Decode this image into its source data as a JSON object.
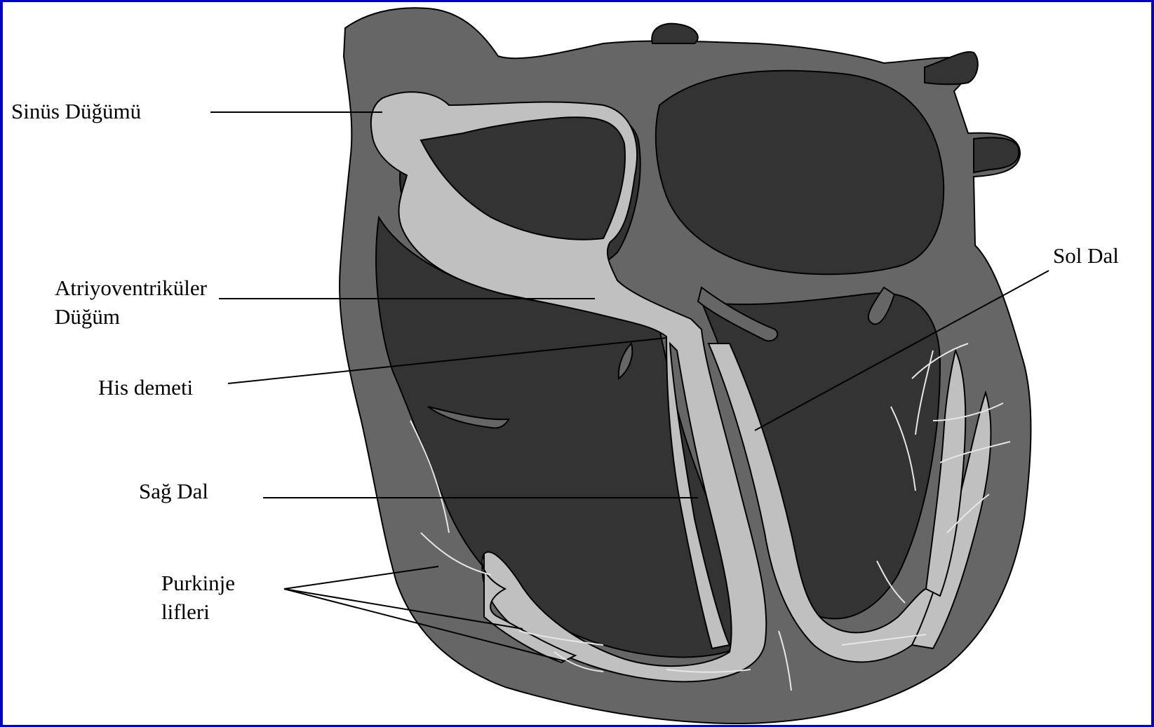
{
  "labels": {
    "sinus_node": "Sinüs Düğümü",
    "av_node_line1": "Atriyoventriküler",
    "av_node_line2": "Düğüm",
    "his_bundle": "His demeti",
    "right_branch": "Sağ Dal",
    "purkinje_line1": "Purkinje",
    "purkinje_line2": "lifleri",
    "left_branch": "Sol Dal"
  },
  "colors": {
    "frame": "#0000c8",
    "outer_muscle": "#666666",
    "chambers": "#333333",
    "conduction": "#c0c0c0",
    "purkinje_fibers": "#e6e6e6",
    "outline": "#000000"
  }
}
